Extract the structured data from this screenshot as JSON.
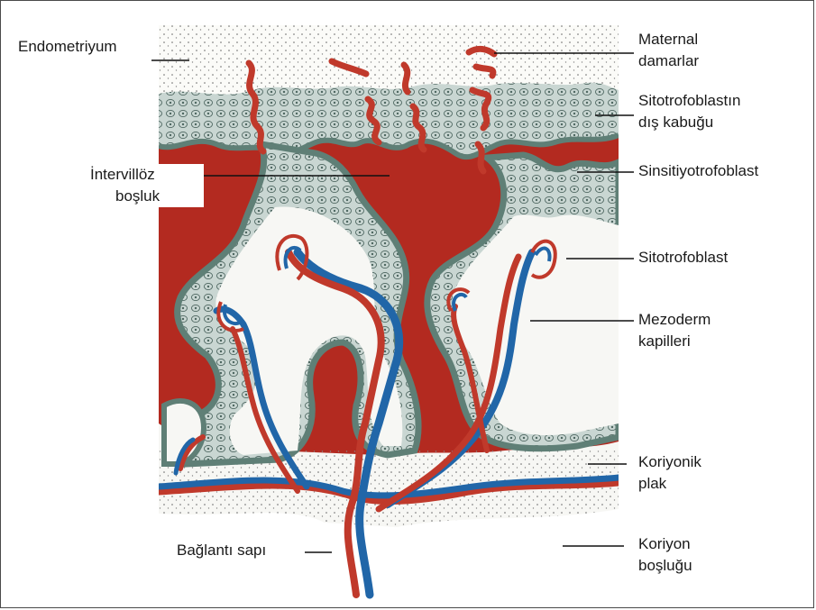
{
  "labels": {
    "endometriyum": "Endometriyum",
    "maternal_line1": "Maternal",
    "maternal_line2": "damarlar",
    "sito_kabuk_line1": "Sitotrofoblastın",
    "sito_kabuk_line2": "dış kabuğu",
    "sinsitiyo": "Sinsitiyotrofoblast",
    "intervilloz_line1": "İntervillöz",
    "intervilloz_line2": "boşluk",
    "sitotrofoblast": "Sitotrofoblast",
    "mezoderm_line1": "Mezoderm",
    "mezoderm_line2": "kapilleri",
    "koriyonik_line1": "Koriyonik",
    "koriyonik_line2": "plak",
    "baglanti": "Bağlantı sapı",
    "koriyon_line1": "Koriyon",
    "koriyon_line2": "boşluğu"
  },
  "colors": {
    "blood": "#b32a20",
    "artery": "#c0392b",
    "vein": "#2166a8",
    "trophoblast": "#c7d4d0",
    "syncytio": "#5f7f76",
    "stroma": "#f7f7f4",
    "endometrium": "#fbfbf8",
    "leader": "#111111"
  }
}
